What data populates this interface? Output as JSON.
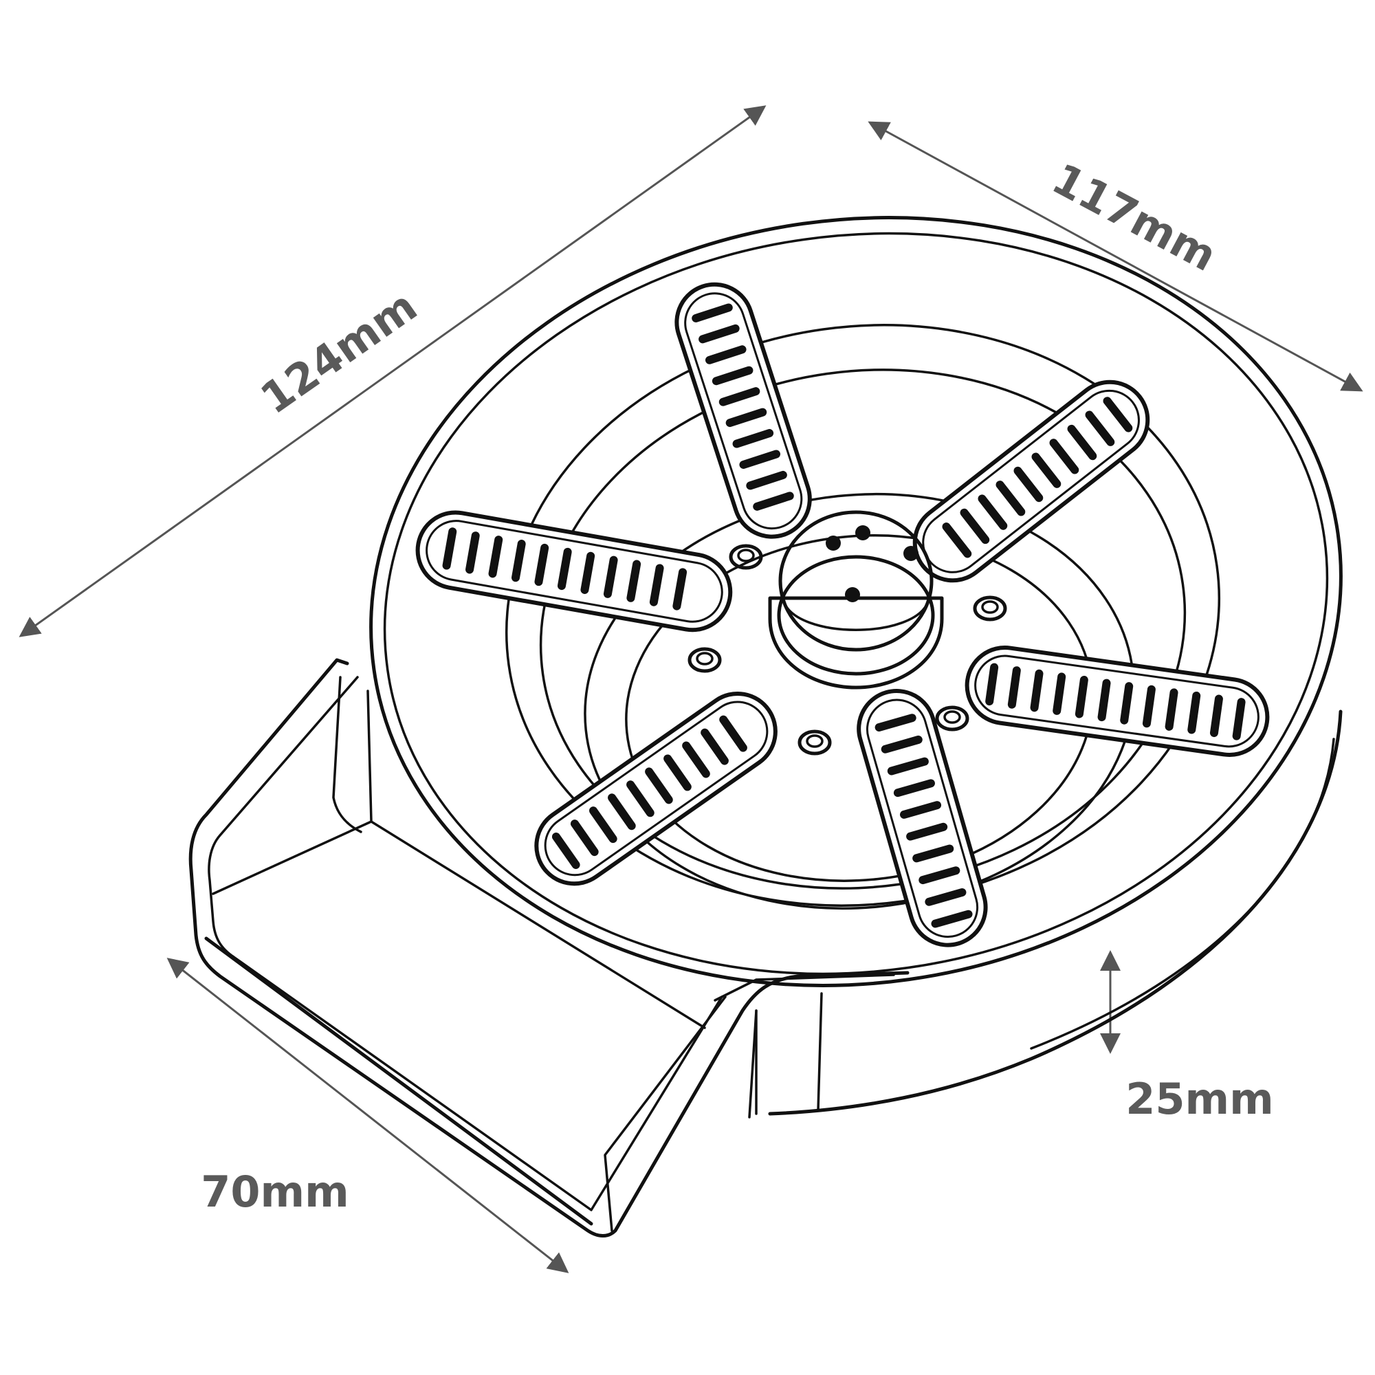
{
  "dimensions": {
    "length_label": "124mm",
    "width_label": "117mm",
    "height_label": "25mm",
    "spout_label": "70mm"
  },
  "colors": {
    "line": "#111111",
    "dimension_text": "#5a5a5a",
    "dimension_arrow": "#555555",
    "background": "#ffffff"
  }
}
